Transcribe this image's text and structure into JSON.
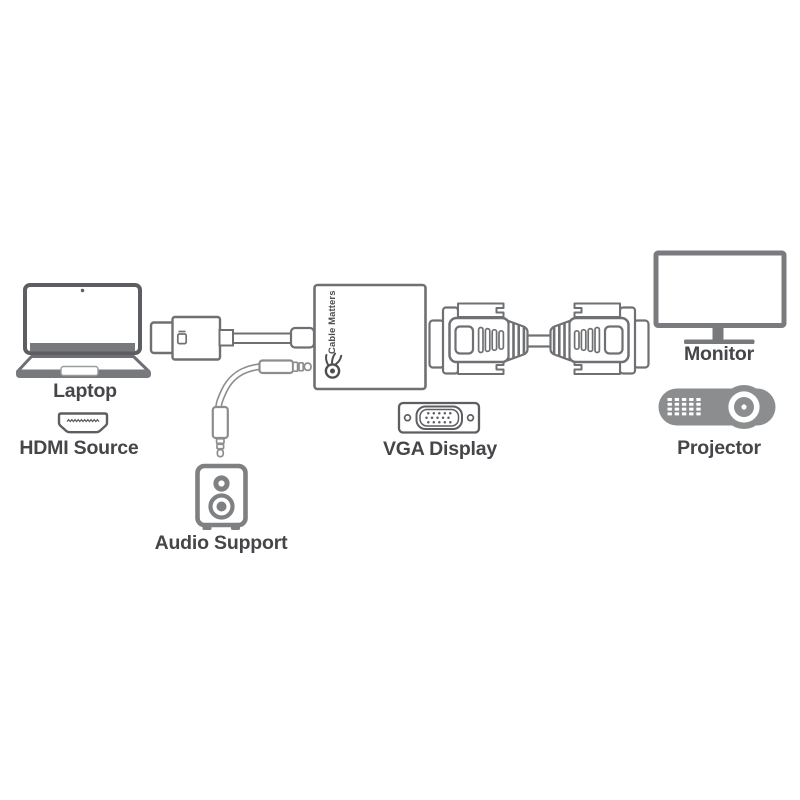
{
  "figure": {
    "type": "product-connection-diagram",
    "background": "#ffffff"
  },
  "branding": {
    "logo_text": "Cable Matters"
  },
  "labels": {
    "laptop": "Laptop",
    "hdmi_source": "HDMI Source",
    "audio_support": "Audio Support",
    "vga_display": "VGA Display",
    "monitor": "Monitor",
    "projector": "Projector"
  },
  "colors": {
    "text_ink": "#454649",
    "dark_line": "#5d5e61",
    "mid_line": "#6f7073",
    "light_line": "#8c8d8f",
    "speaker_line": "#7f8082",
    "gray_fill": "#78797c",
    "projector_fill": "#8c8d8f",
    "background": "#ffffff"
  }
}
